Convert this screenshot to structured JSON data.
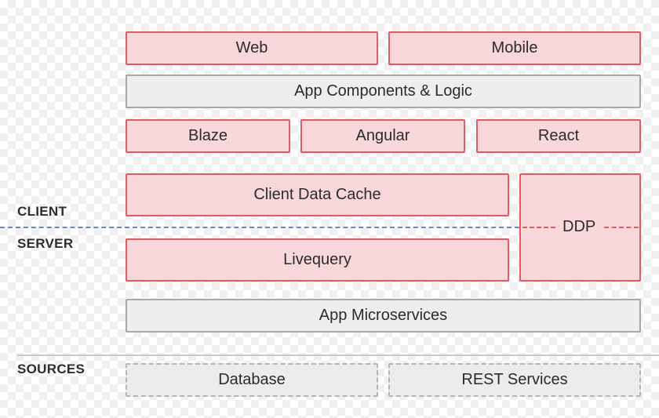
{
  "diagram": {
    "top_row": {
      "web": "Web",
      "mobile": "Mobile"
    },
    "app_components": "App Components & Logic",
    "view_layers": {
      "blaze": "Blaze",
      "angular": "Angular",
      "react": "React"
    },
    "client_data_cache": "Client Data Cache",
    "ddp": "DDP",
    "livequery": "Livequery",
    "app_microservices": "App Microservices",
    "sources": {
      "database": "Database",
      "rest_services": "REST Services"
    }
  },
  "labels": {
    "client": "CLIENT",
    "server": "SERVER",
    "sources": "SOURCES"
  },
  "colors": {
    "red_fill": "#f8d7da",
    "red_border": "#e35b62",
    "gray_fill": "#eeeeee",
    "gray_border": "#a7a7a7",
    "boundary_line": "#6a86c8"
  }
}
